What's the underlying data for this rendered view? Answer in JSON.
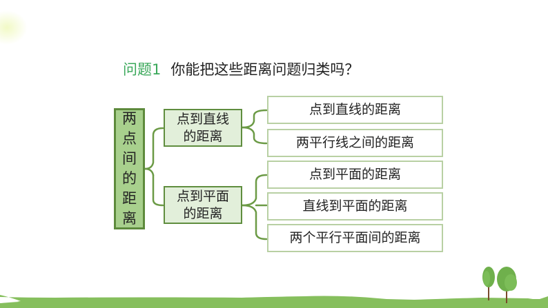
{
  "title": {
    "label": "问题1",
    "question": "你能把这些距离问题归类吗？"
  },
  "diagram": {
    "root": {
      "label": "两点间的距离",
      "chars": [
        "两",
        "点",
        "间",
        "的",
        "距",
        "离"
      ]
    },
    "branches": [
      {
        "label_line1": "点到直线",
        "label_line2": "的距离",
        "children": [
          "点到直线的距离",
          "两平行线之间的距离"
        ]
      },
      {
        "label_line1": "点到平面",
        "label_line2": "的距离",
        "children": [
          "点到平面的距离",
          "直线到平面的距离",
          "两个平行平面间的距离"
        ]
      }
    ]
  },
  "colors": {
    "title_accent": "#3aa85a",
    "root_fill": "#a8d08d",
    "root_border": "#5d8a3c",
    "branch_fill": "#e2efda",
    "branch_border": "#5f8d3e",
    "leaf_border": "#b8d0a3",
    "connector": "#6b9a45",
    "ground": "#86bf5d"
  },
  "decorations": {
    "ground_icon": "grass-hill",
    "trees_icon": "two-trees"
  }
}
